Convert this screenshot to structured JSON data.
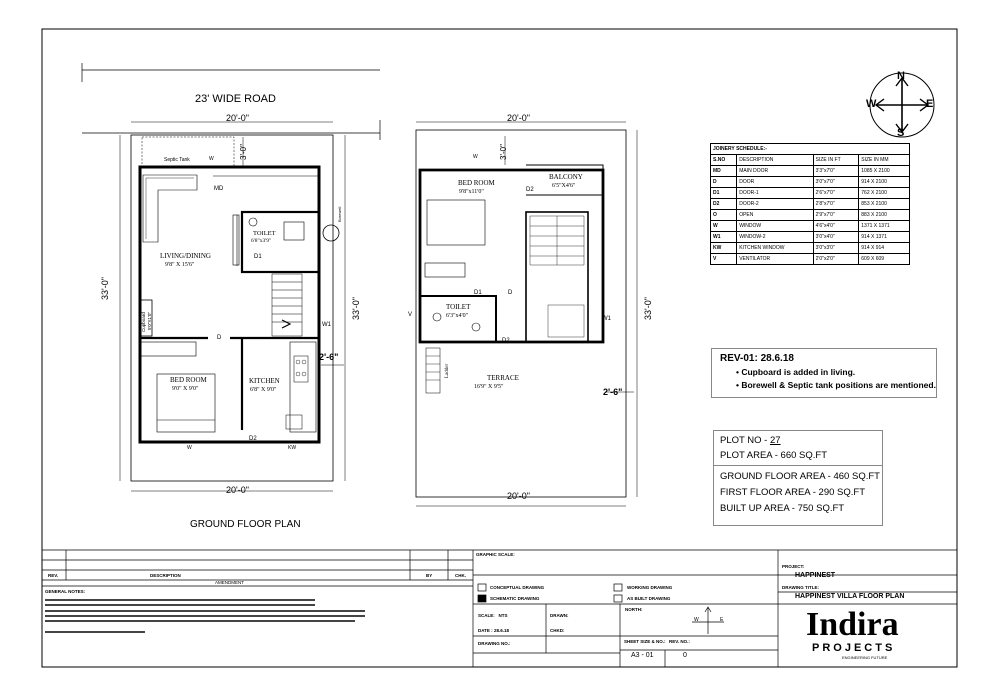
{
  "road": {
    "label": "23' WIDE ROAD"
  },
  "ground_floor": {
    "title": "GROUND FLOOR PLAN",
    "width_top": "20'-0\"",
    "width_bottom": "20'-0\"",
    "depth_left": "33'-0\"",
    "depth_right": "33'-0\"",
    "setback": "3'-0\"",
    "side_dim": "2'-6\"",
    "septic": "Septic Tank",
    "borewell": "Borewell",
    "cupboard_line1": "Cupboard",
    "cupboard_line2": "5'0\"X1'0\"",
    "living_name": "LIVING/DINING",
    "living_size": "9'8\" X 15'6\"",
    "toilet_name": "TOILET",
    "toilet_size": "6'8\"x3'9\"",
    "bedroom_name": "BED ROOM",
    "bedroom_size": "9'0\" X 9'0\"",
    "kitchen_name": "KITCHEN",
    "kitchen_size": "6'8\" X 9'0\"",
    "tags": {
      "md": "MD",
      "w_top": "W",
      "d1": "D1",
      "w1": "W1",
      "d": "D",
      "d2": "D2",
      "w_bottom": "W",
      "kw": "KW"
    }
  },
  "first_floor": {
    "width_top": "20'-0\"",
    "width_bottom": "20'-0\"",
    "depth_right": "33'-0\"",
    "setback": "3'-0\"",
    "side_dim": "2'-6\"",
    "bedroom_name": "BED ROOM",
    "bedroom_size": "9'8\"x11'0\"",
    "balcony_name": "BALCONY",
    "balcony_size": "6'5\"X4'6\"",
    "toilet_name": "TOILET",
    "toilet_size": "6'3\"x4'0\"",
    "terrace_name": "TERRACE",
    "terrace_size": "16'9\" X 9'5\"",
    "ladder": "Ladder",
    "tags": {
      "w": "W",
      "d2_top": "D2",
      "d1": "D1",
      "d": "D",
      "v": "V",
      "d2": "D2",
      "w1": "W1"
    }
  },
  "compass": {
    "n": "N",
    "s": "S",
    "e": "E",
    "w": "W"
  },
  "joinery": {
    "title": "JOINERY SCHEDULE:-",
    "headers": [
      "S.NO",
      "DESCRIPTION",
      "SIZE IN FT",
      "SIZE IN MM"
    ],
    "rows": [
      [
        "MD",
        "MAIN DOOR",
        "3'3\"x7'0\"",
        "1085 X 2100"
      ],
      [
        "D",
        "DOOR",
        "3'0\"x7'0\"",
        "914 X 2100"
      ],
      [
        "D1",
        "DOOR-1",
        "2'6\"x7'0\"",
        "762 X 2100"
      ],
      [
        "D2",
        "DOOR-2",
        "2'8\"x7'0\"",
        "853 X 2100"
      ],
      [
        "O",
        "OPEN",
        "2'9\"x7'0\"",
        "883 X 2100"
      ],
      [
        "W",
        "WINDOW",
        "4'6\"x4'0\"",
        "1371 X 1371"
      ],
      [
        "W1",
        "WINDOW-2",
        "3'0\"x4'0\"",
        "914 X 1371"
      ],
      [
        "KW",
        "KITCHEN WINDOW",
        "3'0\"x3'0\"",
        "914 X 914"
      ],
      [
        "V",
        "VENTILATOR",
        "2'0\"x2'0\"",
        "609 X 609"
      ]
    ]
  },
  "revision": {
    "title": "REV-01: 28.6.18",
    "items": [
      "Cupboard is added in living.",
      "Borewell & Septic tank positions are mentioned."
    ]
  },
  "plot": {
    "plot_no_label": "PLOT NO -",
    "plot_no": "27",
    "plot_area_label": "PLOT AREA -",
    "plot_area": "660 SQ.FT",
    "ground_area": "GROUND FLOOR AREA - 460 SQ.FT",
    "first_area": "FIRST FLOOR AREA - 290 SQ.FT",
    "built_area": "BUILT UP AREA - 750 SQ.FT"
  },
  "title_block": {
    "rev_col": "REV.",
    "desc_col": "DESCRIPTION",
    "by_col": "BY",
    "chk_col": "CHK.",
    "amendment": "AMENDMENT",
    "general_notes": "GENERAL NOTES:",
    "graphic_scale": "GRAPHIC SCALE:",
    "conceptual": "CONCEPTUAL DRAWING",
    "schematic": "SCHEMATIC DRAWING",
    "working": "WORKING DRAWING",
    "as_built": "AS BUILT DRAWING",
    "scale_label": "SCALE:",
    "scale_value": "NTS",
    "drawn_label": "DRAWN:",
    "date_label": "DATE :",
    "date_value": "28.6.18",
    "chkd_label": "CHKD:",
    "drawing_no_label": "DRAWING NO.:",
    "north_label": "NORTH:",
    "sheet_label": "SHEET SIZE & NO.:",
    "sheet_value": "A3 - 01",
    "rev_no_label": "REV. NO.:",
    "rev_no_value": "0",
    "project_label": "PROJECT:",
    "project_value": "HAPPINEST",
    "drawing_title_label": "DRAWING TITLE:",
    "drawing_title_value": "HAPPINEST VILLA FLOOR PLAN",
    "logo_main": "Indira",
    "logo_sub": "PROJECTS",
    "logo_tag": "ENGINEERING FUTURE"
  }
}
